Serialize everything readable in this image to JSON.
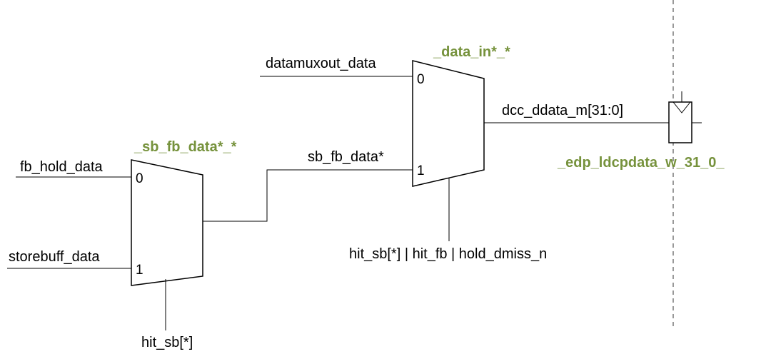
{
  "instances": {
    "mux_sb_fb": "_sb_fb_data*_*",
    "mux_data_in": "_data_in*_*",
    "flop": "_edp_ldcpdata_w_31_0_"
  },
  "signals": {
    "fb_hold_data": "fb_hold_data",
    "storebuff_data": "storebuff_data",
    "sel_sb": "hit_sb[*]",
    "datamuxout_data": "datamuxout_data",
    "sb_fb_data": "sb_fb_data*",
    "sel_data_in": "hit_sb[*] | hit_fb | hold_dmiss_n",
    "dcc_ddata_m": "dcc_ddata_m[31:0]"
  },
  "pins": {
    "mux1_in0": "0",
    "mux1_in1": "1",
    "mux2_in0": "0",
    "mux2_in1": "1"
  },
  "colors": {
    "instance_label": "#76923c",
    "wire": "#000000",
    "boundary": "#555555"
  }
}
